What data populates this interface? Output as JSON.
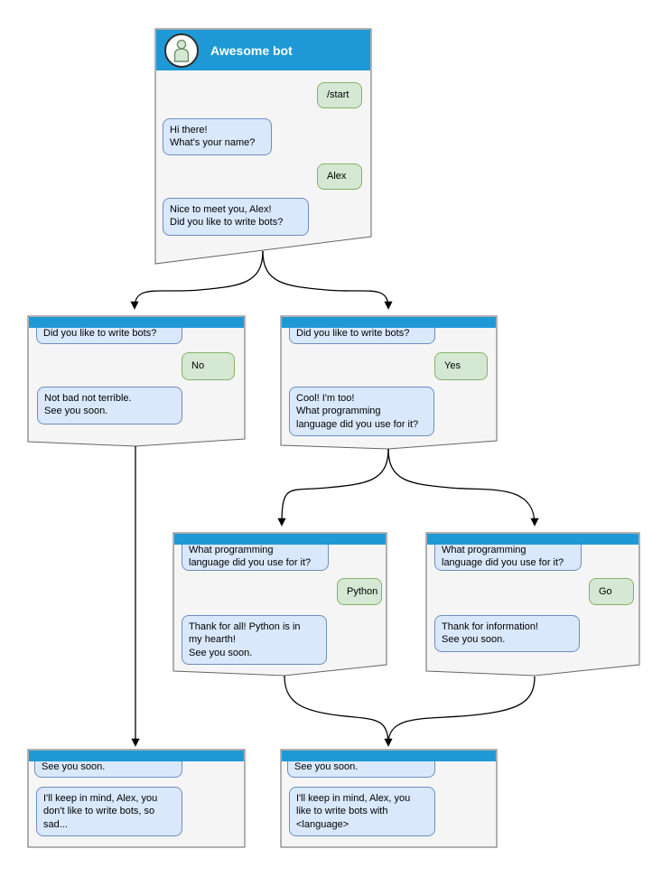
{
  "diagram": {
    "app": "chat-bot conversation flow",
    "colors": {
      "header_blue": "#1f99d5",
      "window_bg": "#f5f5f5",
      "window_border": "#666666",
      "bot_bubble_bg": "#dae8fc",
      "bot_bubble_border": "#6c8ebf",
      "user_bubble_bg": "#d5e8d4",
      "user_bubble_border": "#82b366",
      "arrow": "#000000",
      "title_text": "#ffffff"
    },
    "windows": [
      {
        "id": "root",
        "title": "Awesome bot",
        "bubbles": [
          {
            "from": "user",
            "text": "/start"
          },
          {
            "from": "bot",
            "text": "Hi there!\nWhat's your name?"
          },
          {
            "from": "user",
            "text": "Alex"
          },
          {
            "from": "bot",
            "text": "Nice to meet you, Alex!\nDid you like to write bots?"
          }
        ]
      },
      {
        "id": "branch-no",
        "bubbles": [
          {
            "from": "bot",
            "text": "Did you like to write bots?"
          },
          {
            "from": "user",
            "text": "No"
          },
          {
            "from": "bot",
            "text": "Not bad not terrible.\nSee you soon."
          }
        ]
      },
      {
        "id": "branch-yes",
        "bubbles": [
          {
            "from": "bot",
            "text": "Did you like to write bots?"
          },
          {
            "from": "user",
            "text": "Yes"
          },
          {
            "from": "bot",
            "text": "Cool! I'm too!\nWhat programming\nlanguage did you use for it?"
          }
        ]
      },
      {
        "id": "branch-python",
        "bubbles": [
          {
            "from": "bot",
            "text": "What programming\nlanguage did you use for it?"
          },
          {
            "from": "user",
            "text": "Python"
          },
          {
            "from": "bot",
            "text": "Thank for all! Python is in\nmy hearth!\nSee you soon."
          }
        ]
      },
      {
        "id": "branch-go",
        "bubbles": [
          {
            "from": "bot",
            "text": "What programming\nlanguage did you use for it?"
          },
          {
            "from": "user",
            "text": "Go"
          },
          {
            "from": "bot",
            "text": "Thank for information!\nSee you soon."
          }
        ]
      },
      {
        "id": "end-no",
        "bubbles": [
          {
            "from": "bot",
            "text": "See you soon."
          },
          {
            "from": "bot",
            "text": "I'll keep in mind, Alex, you\ndon't like to write bots, so\nsad..."
          }
        ]
      },
      {
        "id": "end-yes",
        "bubbles": [
          {
            "from": "bot",
            "text": "See you soon."
          },
          {
            "from": "bot",
            "text": "I'll keep in mind, Alex, you\nlike to write bots with\n<language>"
          }
        ]
      }
    ],
    "edges": [
      {
        "from": "root",
        "to": "branch-no"
      },
      {
        "from": "root",
        "to": "branch-yes"
      },
      {
        "from": "branch-no",
        "to": "end-no"
      },
      {
        "from": "branch-yes",
        "to": "branch-python"
      },
      {
        "from": "branch-yes",
        "to": "branch-go"
      },
      {
        "from": "branch-python",
        "to": "end-yes"
      },
      {
        "from": "branch-go",
        "to": "end-yes"
      }
    ]
  }
}
